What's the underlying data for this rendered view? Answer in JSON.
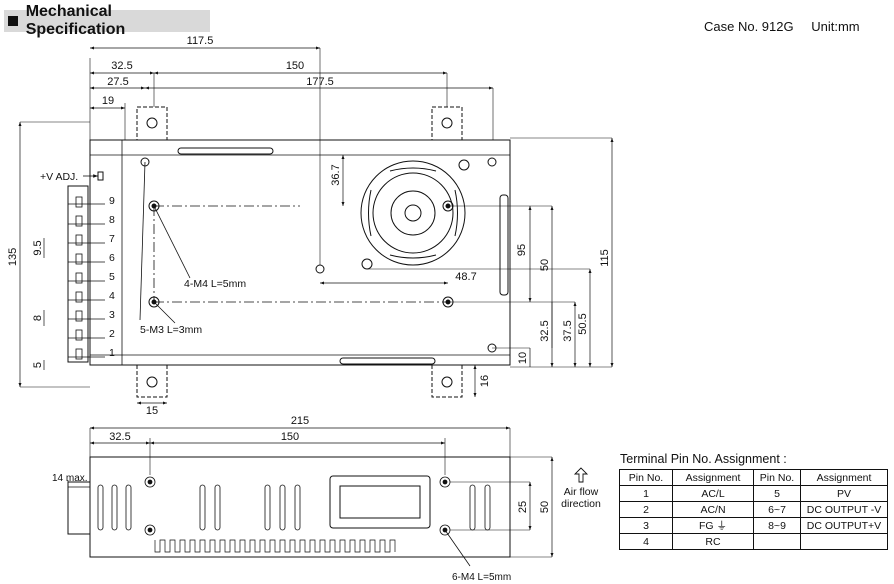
{
  "header": {
    "title": "Mechanical Specification",
    "case_no": "Case No. 912G",
    "unit": "Unit:mm"
  },
  "top_view": {
    "dims": {
      "d117_5": "117.5",
      "d32_5": "32.5",
      "d150": "150",
      "d27_5": "27.5",
      "d177_5": "177.5",
      "d19": "19",
      "d135": "135",
      "d9_5": "9.5",
      "d8": "8",
      "d5": "5",
      "d15": "15",
      "d16": "16",
      "d36_7": "36.7",
      "d48_7": "48.7",
      "d95": "95",
      "d50": "50",
      "d115": "115",
      "d32_5v": "32.5",
      "d37_5": "37.5",
      "d50_5": "50.5",
      "d10": "10"
    },
    "labels": {
      "vadj": "+V ADJ.",
      "m4": "4-M4 L=5mm",
      "m3": "5-M3 L=3mm"
    },
    "terminals": [
      "9",
      "8",
      "7",
      "6",
      "5",
      "4",
      "3",
      "2",
      "1"
    ]
  },
  "side_view": {
    "dims": {
      "d215": "215",
      "d32_5": "32.5",
      "d150": "150",
      "d14max": "14 max.",
      "d25": "25",
      "d50": "50"
    },
    "labels": {
      "air1": "Air flow",
      "air2": "direction",
      "m4": "6-M4 L=5mm"
    }
  },
  "pin_table": {
    "title": "Terminal Pin No. Assignment :",
    "headers": [
      "Pin No.",
      "Assignment",
      "Pin No.",
      "Assignment"
    ],
    "rows": [
      [
        "1",
        "AC/L",
        "5",
        "PV"
      ],
      [
        "2",
        "AC/N",
        "6~7",
        "DC OUTPUT -V"
      ],
      [
        "3",
        "FG ⏚",
        "8~9",
        "DC OUTPUT+V"
      ],
      [
        "4",
        "RC",
        "",
        ""
      ]
    ]
  }
}
